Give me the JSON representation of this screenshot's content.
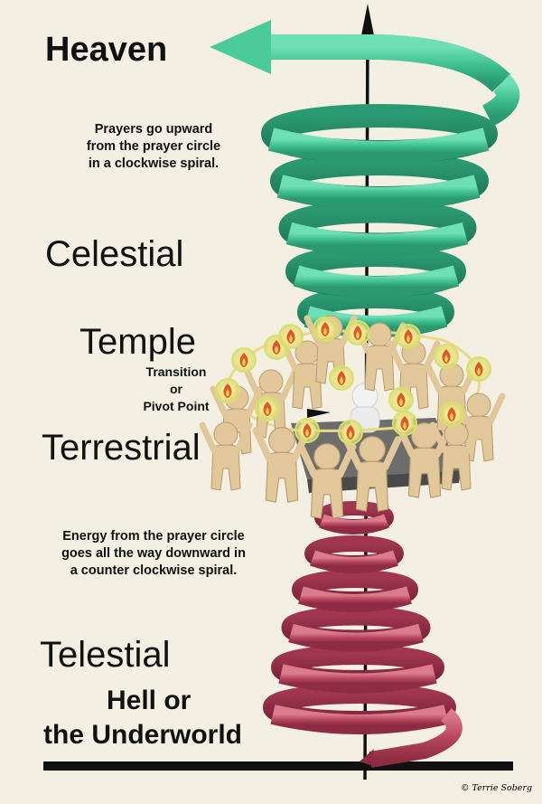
{
  "levels": {
    "heaven": "Heaven",
    "celestial": "Celestial",
    "temple": "Temple",
    "terrestrial": "Terrestrial",
    "telestial": "Telestial",
    "hell_line1": "Hell or",
    "hell_line2": "the Underworld"
  },
  "transition": {
    "line1": "Transition",
    "line2": "or",
    "line3": "Pivot Point"
  },
  "notes": {
    "upper": [
      "Prayers go upward",
      "from the prayer circle",
      "in a clockwise spiral."
    ],
    "lower": [
      "Energy from the prayer circle",
      "goes all the way downward in",
      "a counter clockwise spiral."
    ]
  },
  "credit": "© Terrie Soberg",
  "colors": {
    "background": "#f3efe2",
    "upward_spiral": "#3fbf8f",
    "downward_spiral": "#b8475f",
    "axis": "#111111",
    "figures": "#e2c79b",
    "flame": "#e0562a"
  }
}
